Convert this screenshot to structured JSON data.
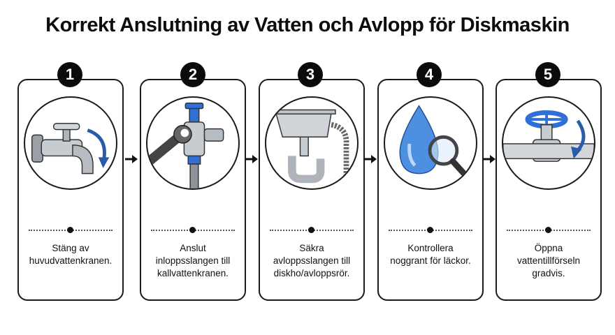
{
  "title": "Korrekt Anslutning av Vatten och Avlopp för Diskmaskin",
  "steps": [
    {
      "number": "1",
      "caption": "Stäng av\nhuvudvattenkranen.",
      "icon": "faucet-icon"
    },
    {
      "number": "2",
      "caption": "Anslut\ninloppsslangen till\nkallvattenkranen.",
      "icon": "wrench-valve-icon"
    },
    {
      "number": "3",
      "caption": "Säkra\navloppsslangen till\ndiskho/avloppsrör.",
      "icon": "sink-drain-icon"
    },
    {
      "number": "4",
      "caption": "Kontrollera\nnoggrant för läckor.",
      "icon": "droplet-magnifier-icon"
    },
    {
      "number": "5",
      "caption": "Öppna\nvattentillförseln\ngradvis.",
      "icon": "valve-wheel-icon"
    }
  ],
  "colors": {
    "accent": "#2a5ba8",
    "valve": "#2f6fd6",
    "water": "#4d8fe0"
  }
}
